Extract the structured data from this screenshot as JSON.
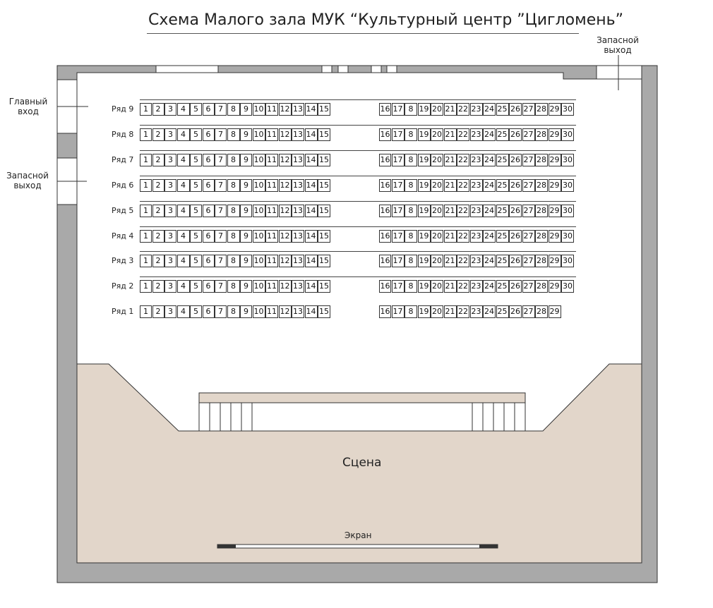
{
  "title": "Схема Малого зала МУК “Культурный центр ”Цигломень”",
  "labels": {
    "main_entrance": [
      "Главный",
      "вход"
    ],
    "emergency_exit_left": [
      "Запасной",
      "выход"
    ],
    "emergency_exit_top_right": [
      "Запасной",
      "выход"
    ],
    "stage": "Сцена",
    "screen": "Экран"
  },
  "rows": [
    {
      "label": "Ряд 9",
      "left": [
        "1",
        "2",
        "3",
        "4",
        "5",
        "6",
        "7",
        "8",
        "9",
        "10",
        "11",
        "12",
        "13",
        "14",
        "15"
      ],
      "right": [
        "16",
        "17",
        "8",
        "19",
        "20",
        "21",
        "22",
        "23",
        "24",
        "25",
        "26",
        "27",
        "28",
        "29",
        "30"
      ]
    },
    {
      "label": "Ряд 8",
      "left": [
        "1",
        "2",
        "3",
        "4",
        "5",
        "6",
        "7",
        "8",
        "9",
        "10",
        "11",
        "12",
        "13",
        "14",
        "15"
      ],
      "right": [
        "16",
        "17",
        "8",
        "19",
        "20",
        "21",
        "22",
        "23",
        "24",
        "25",
        "26",
        "27",
        "28",
        "29",
        "30"
      ]
    },
    {
      "label": "Ряд 7",
      "left": [
        "1",
        "2",
        "3",
        "4",
        "5",
        "6",
        "7",
        "8",
        "9",
        "10",
        "11",
        "12",
        "13",
        "14",
        "15"
      ],
      "right": [
        "16",
        "17",
        "8",
        "19",
        "20",
        "21",
        "22",
        "23",
        "24",
        "25",
        "26",
        "27",
        "28",
        "29",
        "30"
      ]
    },
    {
      "label": "Ряд 6",
      "left": [
        "1",
        "2",
        "3",
        "4",
        "5",
        "6",
        "7",
        "8",
        "9",
        "10",
        "11",
        "12",
        "13",
        "14",
        "15"
      ],
      "right": [
        "16",
        "17",
        "8",
        "19",
        "20",
        "21",
        "22",
        "23",
        "24",
        "25",
        "26",
        "27",
        "28",
        "29",
        "30"
      ]
    },
    {
      "label": "Ряд 5",
      "left": [
        "1",
        "2",
        "3",
        "4",
        "5",
        "6",
        "7",
        "8",
        "9",
        "10",
        "11",
        "12",
        "13",
        "14",
        "15"
      ],
      "right": [
        "16",
        "17",
        "8",
        "19",
        "20",
        "21",
        "22",
        "23",
        "24",
        "25",
        "26",
        "27",
        "28",
        "29",
        "30"
      ]
    },
    {
      "label": "Ряд 4",
      "left": [
        "1",
        "2",
        "3",
        "4",
        "5",
        "6",
        "7",
        "8",
        "9",
        "10",
        "11",
        "12",
        "13",
        "14",
        "15"
      ],
      "right": [
        "16",
        "17",
        "8",
        "19",
        "20",
        "21",
        "22",
        "23",
        "24",
        "25",
        "26",
        "27",
        "28",
        "29",
        "30"
      ]
    },
    {
      "label": "Ряд 3",
      "left": [
        "1",
        "2",
        "3",
        "4",
        "5",
        "6",
        "7",
        "8",
        "9",
        "10",
        "11",
        "12",
        "13",
        "14",
        "15"
      ],
      "right": [
        "16",
        "17",
        "8",
        "19",
        "20",
        "21",
        "22",
        "23",
        "24",
        "25",
        "26",
        "27",
        "28",
        "29",
        "30"
      ]
    },
    {
      "label": "Ряд 2",
      "left": [
        "1",
        "2",
        "3",
        "4",
        "5",
        "6",
        "7",
        "8",
        "9",
        "10",
        "11",
        "12",
        "13",
        "14",
        "15"
      ],
      "right": [
        "16",
        "17",
        "8",
        "19",
        "20",
        "21",
        "22",
        "23",
        "24",
        "25",
        "26",
        "27",
        "28",
        "29",
        "30"
      ]
    },
    {
      "label": "Ряд 1",
      "left": [
        "1",
        "2",
        "3",
        "4",
        "5",
        "6",
        "7",
        "8",
        "9",
        "10",
        "11",
        "12",
        "13",
        "14",
        "15"
      ],
      "right": [
        "16",
        "17",
        "8",
        "19",
        "20",
        "21",
        "22",
        "23",
        "24",
        "25",
        "26",
        "27",
        "28",
        "29"
      ]
    }
  ],
  "colors": {
    "wall": "#a9a9a9",
    "stage": "#e2d6ca",
    "outline": "#333333"
  }
}
